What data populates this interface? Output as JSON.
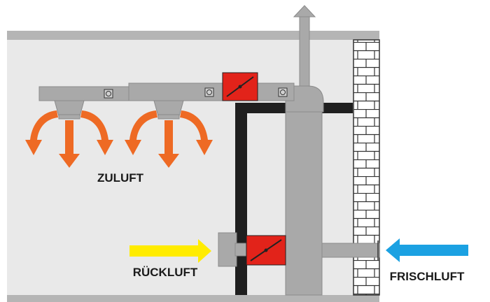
{
  "labels": {
    "supply": "ZULUFT",
    "return": "RÜCKLUFT",
    "fresh": "FRISCHLUFT"
  },
  "colors": {
    "room_fill": "#e9e9e9",
    "ceiling_floor": "#b5b5b5",
    "duct": "#a9a9a9",
    "duct_stroke": "#8a8a8a",
    "damper": "#e2231a",
    "frame": "#1f1f1f",
    "supply_arrows": "#ee6a24",
    "return_arrow": "#ffec00",
    "fresh_arrow": "#1ba1e2",
    "brick_mortar": "#333333"
  },
  "icons": [
    "supply-diffuser-icon",
    "damper-icon",
    "fan-icon",
    "exhaust-arrow-icon",
    "brick-wall-icon"
  ]
}
